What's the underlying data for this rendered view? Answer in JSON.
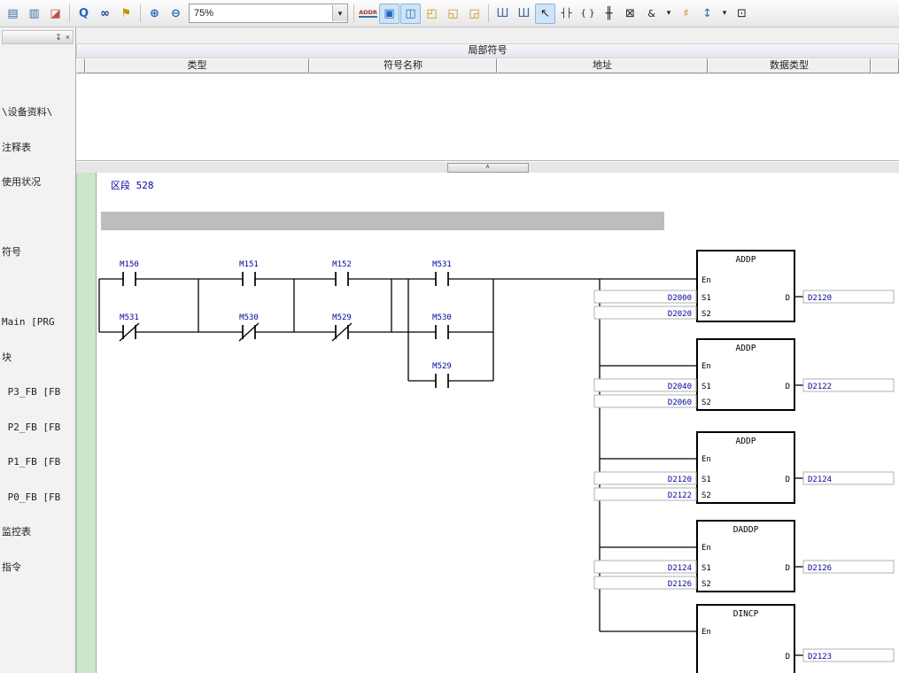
{
  "toolbar": {
    "zoom_value": "75%",
    "addr_label": "ADDR",
    "icons": [
      {
        "name": "paste-icon",
        "glyph": "▤"
      },
      {
        "name": "copy-icon",
        "glyph": "▥"
      },
      {
        "name": "eraser-icon",
        "glyph": "◪"
      },
      {
        "name": "find-icon",
        "glyph": "Q"
      },
      {
        "name": "binoculars-icon",
        "glyph": "∞"
      },
      {
        "name": "bookmark-icon",
        "glyph": "⚑"
      },
      {
        "name": "zoom-in-icon",
        "glyph": "⊕"
      },
      {
        "name": "zoom-out-icon",
        "glyph": "⊖"
      },
      {
        "name": "dropdown-arrow-icon",
        "glyph": "▾"
      },
      {
        "name": "view-toggle-icon-1",
        "glyph": "▣"
      },
      {
        "name": "view-toggle-icon-2",
        "glyph": "◫"
      },
      {
        "name": "insert-network-icon-1",
        "glyph": "◰"
      },
      {
        "name": "insert-network-icon-2",
        "glyph": "◱"
      },
      {
        "name": "insert-network-icon-3",
        "glyph": "◲"
      },
      {
        "name": "il-view-icon-1",
        "glyph": "Ш"
      },
      {
        "name": "il-view-icon-2",
        "glyph": "Ш"
      },
      {
        "name": "cursor-tool-icon",
        "glyph": "↖"
      },
      {
        "name": "contact-tool-icon",
        "glyph": "┤├"
      },
      {
        "name": "instruction-tool-icon",
        "glyph": "{ }"
      },
      {
        "name": "line-tool-icon",
        "glyph": "╫"
      },
      {
        "name": "network-tool-icon",
        "glyph": "⊠"
      },
      {
        "name": "ampersand-tool-icon",
        "glyph": "&"
      },
      {
        "name": "compare-tool-icon",
        "glyph": "♯"
      },
      {
        "name": "vline-tool-icon",
        "glyph": "↕"
      },
      {
        "name": "apply-instruction-icon",
        "glyph": "⊡"
      }
    ]
  },
  "left_panel": {
    "pin_icon": "↧",
    "close_icon": "×",
    "tree_items": [
      "\\设备资料\\",
      "注释表",
      "使用状况",
      "",
      "符号",
      "",
      "Main [PRG",
      "块",
      " P3_FB [FB",
      " P2_FB [FB",
      " P1_FB [FB",
      " P0_FB [FB",
      "监控表",
      "指令"
    ]
  },
  "symbols_panel": {
    "title": "局部符号",
    "columns": [
      "类型",
      "符号名称",
      "地址",
      "数据类型"
    ]
  },
  "splitter": {
    "collapse_icon": "∧"
  },
  "ladder": {
    "section_label": "区段 528",
    "contacts": {
      "r1c1": "M150",
      "r1c2": "M151",
      "r1c3": "M152",
      "r1c4": "M531",
      "r2c1": "M531",
      "r2c2": "M530",
      "r2c3": "M529",
      "r2c4": "M530",
      "r3c4": "M529"
    },
    "blocks": [
      {
        "title": "ADDP",
        "en": "En",
        "s1": "S1",
        "s2": "S2",
        "d": "D",
        "s1_operand": "D2000",
        "s2_operand": "D2020",
        "d_operand": "D2120"
      },
      {
        "title": "ADDP",
        "en": "En",
        "s1": "S1",
        "s2": "S2",
        "d": "D",
        "s1_operand": "D2040",
        "s2_operand": "D2060",
        "d_operand": "D2122"
      },
      {
        "title": "ADDP",
        "en": "En",
        "s1": "S1",
        "s2": "S2",
        "d": "D",
        "s1_operand": "D2120",
        "s2_operand": "D2122",
        "d_operand": "D2124"
      },
      {
        "title": "DADDP",
        "en": "En",
        "s1": "S1",
        "s2": "S2",
        "d": "D",
        "s1_operand": "D2124",
        "s2_operand": "D2126",
        "d_operand": "D2126"
      },
      {
        "title": "DINCP",
        "en": "En",
        "d": "D",
        "d_operand": "D2123"
      }
    ]
  }
}
